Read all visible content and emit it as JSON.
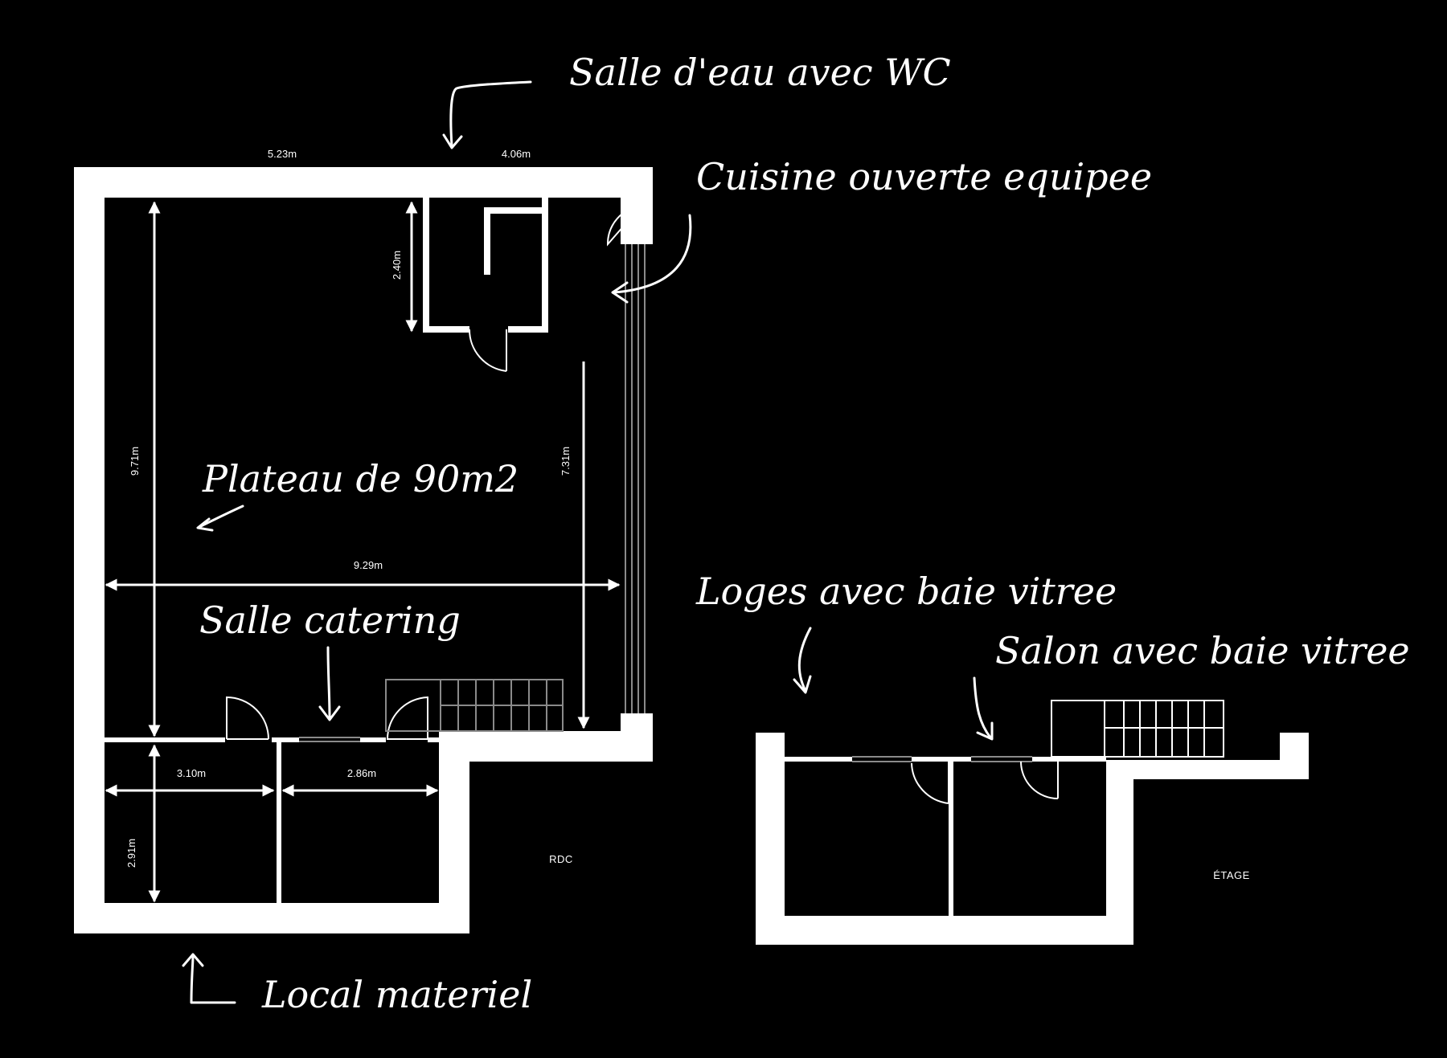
{
  "colors": {
    "background": "#000000",
    "walls": "#ffffff",
    "glazing": "#8a8a8a"
  },
  "annotations": {
    "salle_eau": "Salle d'eau avec WC",
    "cuisine": "Cuisine ouverte equipee",
    "plateau": "Plateau de 90m2",
    "catering": "Salle catering",
    "local": "Local materiel",
    "loges": "Loges avec baie vitree",
    "salon": "Salon avec baie vitree"
  },
  "dimensions": {
    "top_left": "5.23m",
    "top_right": "4.06m",
    "bathroom_height": "2.40m",
    "left_height": "9.71m",
    "right_height": "7.31m",
    "width": "9.29m",
    "room_a_width": "3.10m",
    "room_b_width": "2.86m",
    "room_a_height": "2.91m"
  },
  "floors": {
    "ground": "RDC",
    "upper": "ÉTAGE"
  }
}
